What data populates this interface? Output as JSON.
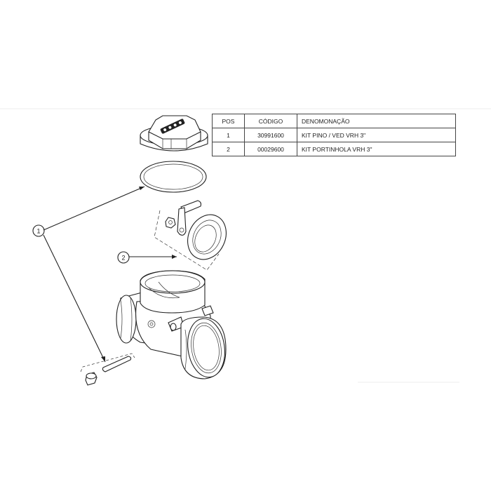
{
  "parts_table": {
    "headers": {
      "pos": "POS",
      "codigo": "CÓDIGO",
      "denominacao": "DENOMONAÇÃO"
    },
    "rows": [
      {
        "pos": "1",
        "codigo": "30991600",
        "denominacao": "KIT PINO / VED VRH 3\""
      },
      {
        "pos": "2",
        "codigo": "00029600",
        "denominacao": "KIT PORTINHOLA VRH 3\""
      }
    ]
  },
  "callouts": {
    "c1": "1",
    "c2": "2"
  }
}
